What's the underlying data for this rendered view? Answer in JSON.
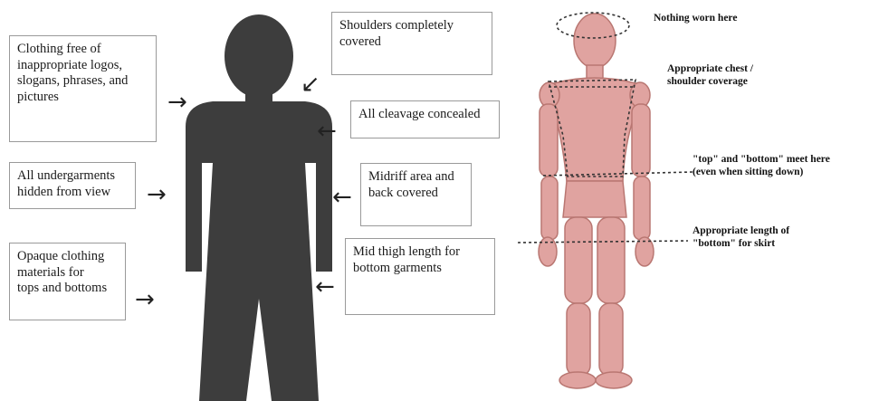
{
  "colors": {
    "silhouette": "#3d3d3d",
    "mannequin": "#e0a3a0",
    "mannequin_shade": "#b97772",
    "box_border": "#9a9a9a"
  },
  "left_labels": [
    {
      "text": "Clothing free of\ninappropriate logos,\nslogans, phrases, and\npictures"
    },
    {
      "text": "All undergarments\nhidden from view"
    },
    {
      "text": "Opaque clothing\nmaterials for\ntops and bottoms"
    }
  ],
  "right_labels": [
    {
      "text": "Shoulders completely\ncovered"
    },
    {
      "text": "All cleavage concealed"
    },
    {
      "text": "Midriff area and\nback covered"
    },
    {
      "text": "Mid thigh length for\nbottom garments"
    }
  ],
  "mannequin_notes": [
    {
      "text": "Nothing worn here"
    },
    {
      "text": "Appropriate chest /\nshoulder coverage"
    },
    {
      "text": "\"top\" and \"bottom\" meet here\n(even when sitting down)"
    },
    {
      "text": "Appropriate length of\n\"bottom\" for skirt"
    }
  ],
  "icons": {
    "arrow_right": "→",
    "arrow_left": "←",
    "arrow_diag": "↙"
  }
}
